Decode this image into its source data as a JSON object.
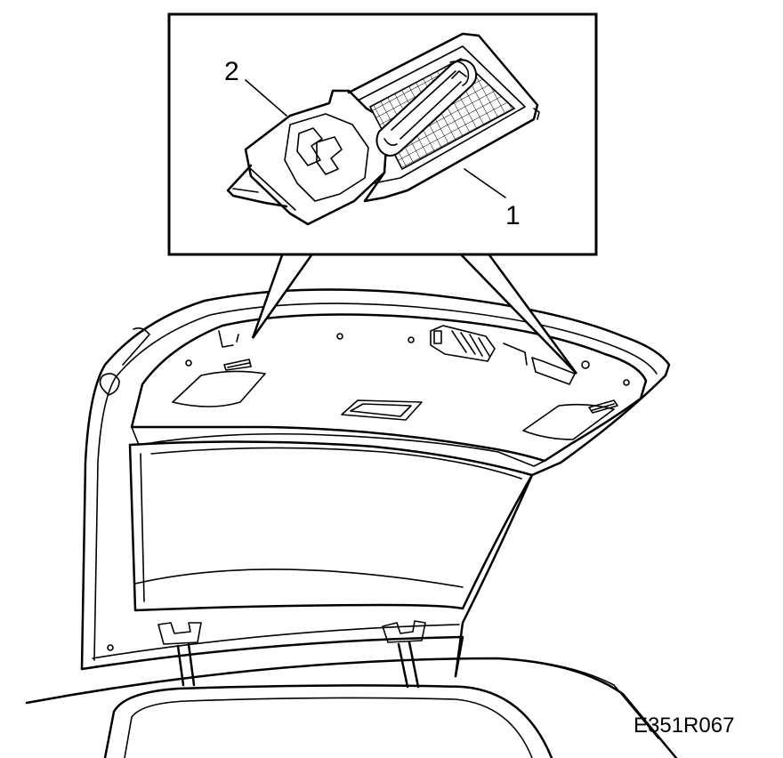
{
  "figure": {
    "code": "E351R067",
    "callouts": [
      {
        "number": "1",
        "part": "lamp-lens"
      },
      {
        "number": "2",
        "part": "lamp-housing"
      }
    ]
  },
  "colors": {
    "line": "#000000",
    "background": "#ffffff"
  }
}
